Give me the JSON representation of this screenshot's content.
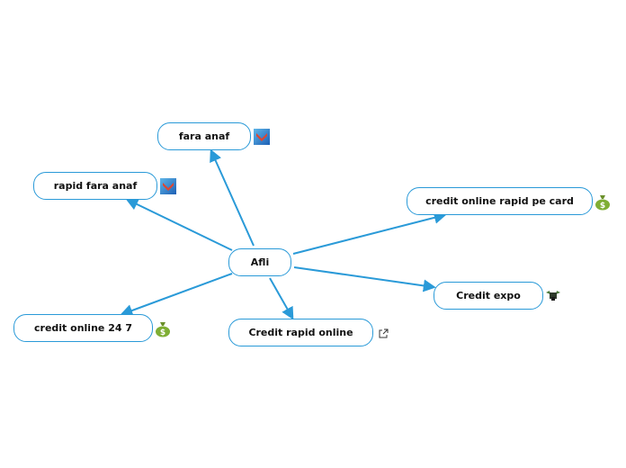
{
  "colors": {
    "connector": "#2a9ad8",
    "node_border": "#2a9ad8",
    "node_text": "#111111",
    "background": "#ffffff"
  },
  "center": {
    "label": "Afli"
  },
  "nodes": [
    {
      "id": "fara-anaf",
      "label": "fara anaf",
      "icon": "arrow-logo-icon"
    },
    {
      "id": "rapid-fara-anaf",
      "label": "rapid fara anaf",
      "icon": "arrow-logo-icon"
    },
    {
      "id": "credit-online-rapid-pe-card",
      "label": "credit online rapid pe card",
      "icon": "money-bag-icon"
    },
    {
      "id": "credit-expo",
      "label": "Credit expo",
      "icon": "money-wings-icon"
    },
    {
      "id": "credit-online-24-7",
      "label": "credit online 24 7",
      "icon": "money-bag-icon"
    },
    {
      "id": "credit-rapid-online",
      "label": "Credit rapid online",
      "icon": "external-link-icon"
    }
  ]
}
